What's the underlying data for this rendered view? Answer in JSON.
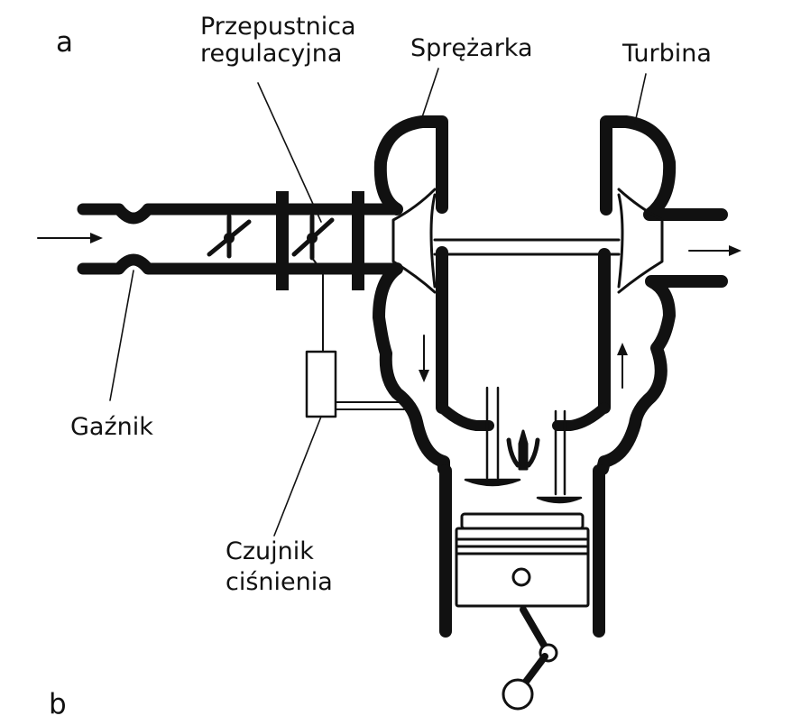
{
  "figure": {
    "panel_a": "a",
    "panel_b": "b"
  },
  "labels": {
    "throttle_line1": "Przepustnica",
    "throttle_line2": "regulacyjna",
    "compressor": "Sprężarka",
    "turbine": "Turbina",
    "carburetor": "Gaźnik",
    "sensor_line1": "Czujnik",
    "sensor_line2": "ciśnienia"
  },
  "style": {
    "ink": "#111111",
    "paper": "#ffffff"
  }
}
